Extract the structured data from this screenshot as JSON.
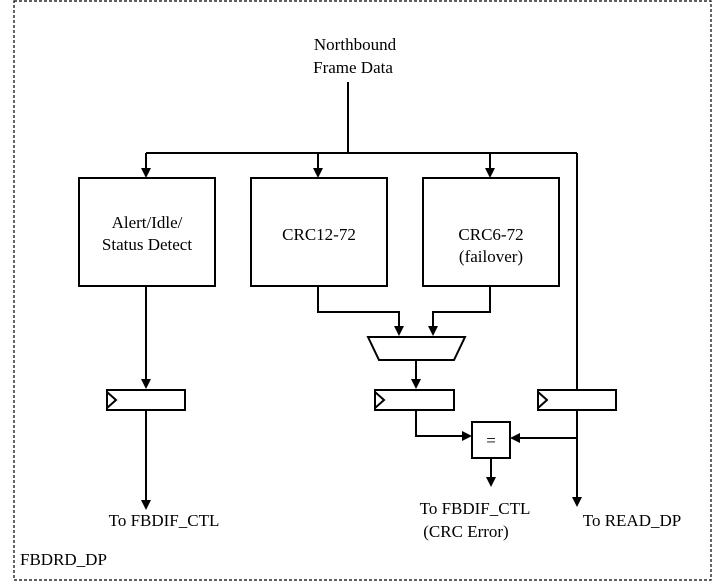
{
  "diagram": {
    "module_name": "FBDRD_DP",
    "input": {
      "line1": "Northbound",
      "line2": "Frame Data"
    },
    "blocks": {
      "alert": {
        "line1": "Alert/Idle/",
        "line2": "Status Detect"
      },
      "crc12": {
        "label": "CRC12-72"
      },
      "crc6": {
        "line1": "CRC6-72",
        "line2": "(failover)"
      },
      "compare": {
        "label": "="
      }
    },
    "outputs": {
      "fbdif_ctl": "To FBDIF_CTL",
      "fbdif_ctl_crc": {
        "line1": "To FBDIF_CTL",
        "line2": "(CRC Error)"
      },
      "read_dp": "To READ_DP"
    }
  }
}
